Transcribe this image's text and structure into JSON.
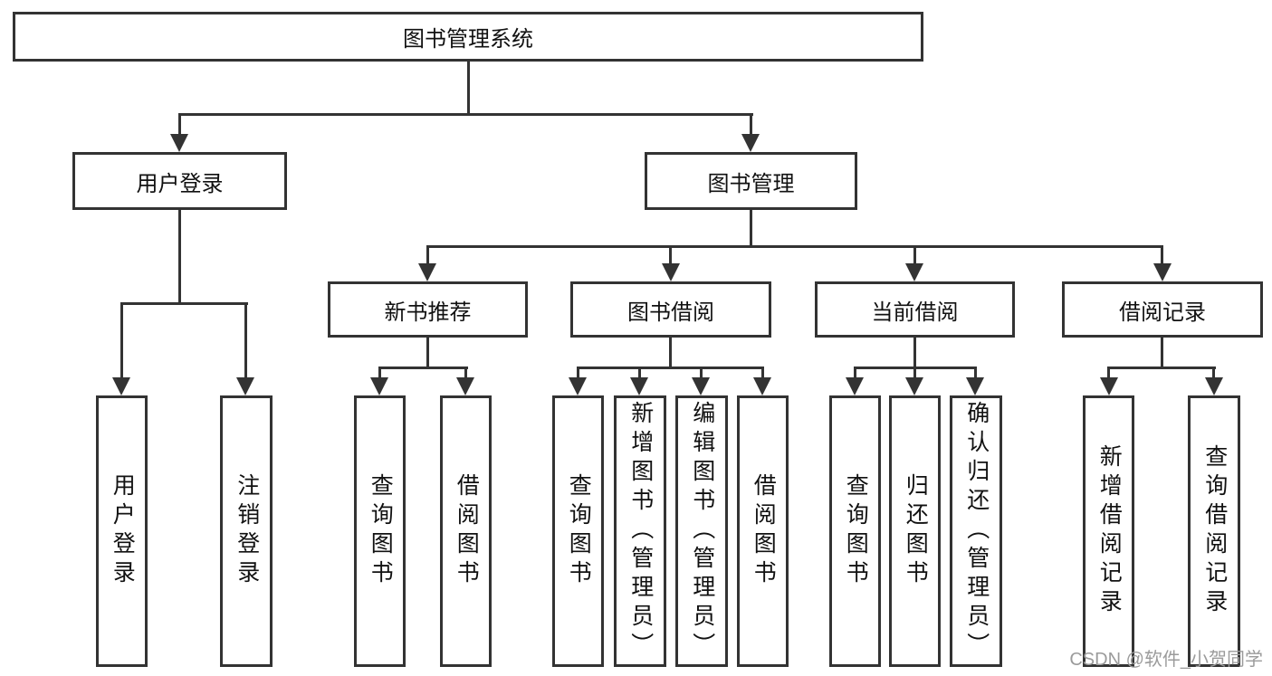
{
  "style": {
    "line_color": "#333333",
    "box_border_color": "#333333",
    "text_color": "#111111",
    "background": "#ffffff",
    "watermark_color": "#9b9b9b"
  },
  "watermark": {
    "text": "CSDN @软件_小贺同学"
  },
  "tree": {
    "root": "图书管理系统",
    "children": [
      {
        "label": "用户登录",
        "children": [
          "用户登录",
          "注销登录"
        ]
      },
      {
        "label": "图书管理",
        "children": [
          {
            "label": "新书推荐",
            "children": [
              "查询图书",
              "借阅图书"
            ]
          },
          {
            "label": "图书借阅",
            "children": [
              "查询图书",
              "新增图书（管理员）",
              "编辑图书（管理员）",
              "借阅图书"
            ]
          },
          {
            "label": "当前借阅",
            "children": [
              "查询图书",
              "归还图书",
              "确认归还（管理员）"
            ]
          },
          {
            "label": "借阅记录",
            "children": [
              "新增借阅记录",
              "查询借阅记录"
            ]
          }
        ]
      }
    ]
  }
}
